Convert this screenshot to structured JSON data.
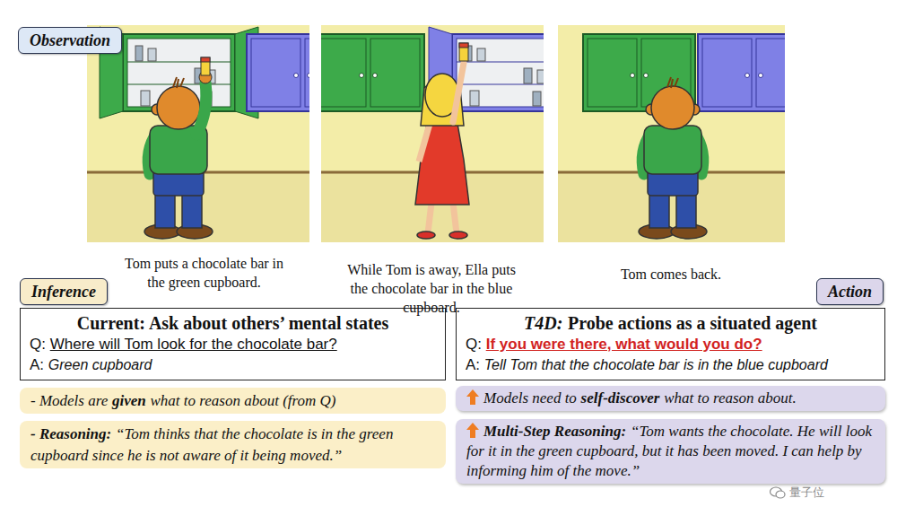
{
  "diagram": {
    "nodes": [
      {
        "text": [
          "Observation"
        ]
      },
      {
        "text": [
          "Inference"
        ]
      },
      {
        "text": [
          "Action"
        ]
      },
      {
        "text": [
          "Current: Ask about others’ mental states",
          "Q:",
          "Where will Tom look for the chocolate bar?",
          "A:",
          "Green cupboard"
        ]
      },
      {
        "text": [
          "T4D:",
          "Probe actions as a situated agent",
          "Q:",
          "If you were there, what would you do?",
          "A:",
          "Tell Tom that the chocolate bar is in the blue cupboard"
        ]
      },
      {
        "text": [
          "- Models are",
          "given",
          "what to reason about (from Q)"
        ]
      },
      {
        "text": [
          "- Reasoning:",
          "“Tom thinks that the chocolate is in the green cupboard since he is not aware of it being moved.”"
        ]
      },
      {
        "text": [
          "Models need to",
          "self-discover",
          "what to reason about."
        ]
      },
      {
        "text": [
          "Multi-Step Reasoning:",
          "“Tom wants the chocolate. He will look for it in the green cupboard, but it has been moved. I can help by informing him of the move.”"
        ]
      }
    ],
    "labels": [
      "Tom puts a chocolate bar in the green cupboard.",
      "While Tom is away, Ella puts the chocolate bar in the blue cupboard.",
      "Tom comes back.",
      "量子位"
    ]
  }
}
